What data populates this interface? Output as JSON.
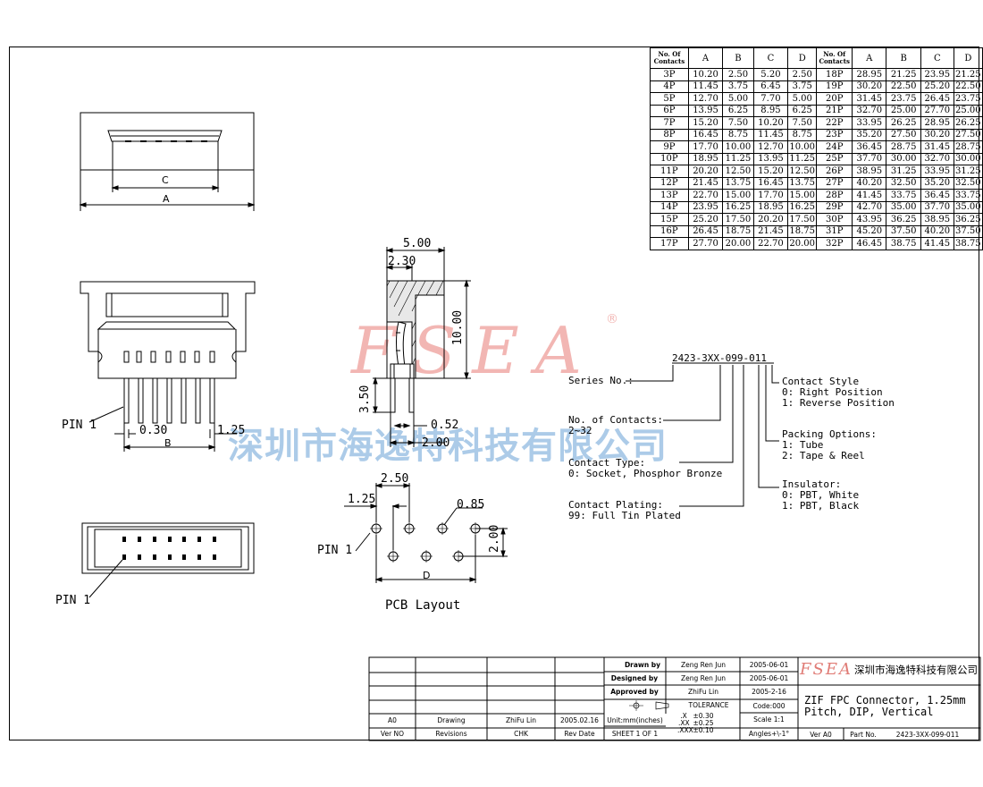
{
  "watermark": {
    "logo": "FSEA",
    "registered": "®",
    "company_cn": "深圳市海逸特科技有限公司"
  },
  "table": {
    "headers": [
      "No. Of Contacts",
      "A",
      "B",
      "C",
      "D",
      "No. Of Contacts",
      "A",
      "B",
      "C",
      "D"
    ],
    "rows": [
      [
        "3P",
        "10.20",
        "2.50",
        "5.20",
        "2.50",
        "18P",
        "28.95",
        "21.25",
        "23.95",
        "21.25"
      ],
      [
        "4P",
        "11.45",
        "3.75",
        "6.45",
        "3.75",
        "19P",
        "30.20",
        "22.50",
        "25.20",
        "22.50"
      ],
      [
        "5P",
        "12.70",
        "5.00",
        "7.70",
        "5.00",
        "20P",
        "31.45",
        "23.75",
        "26.45",
        "23.75"
      ],
      [
        "6P",
        "13.95",
        "6.25",
        "8.95",
        "6.25",
        "21P",
        "32.70",
        "25.00",
        "27.70",
        "25.00"
      ],
      [
        "7P",
        "15.20",
        "7.50",
        "10.20",
        "7.50",
        "22P",
        "33.95",
        "26.25",
        "28.95",
        "26.25"
      ],
      [
        "8P",
        "16.45",
        "8.75",
        "11.45",
        "8.75",
        "23P",
        "35.20",
        "27.50",
        "30.20",
        "27.50"
      ],
      [
        "9P",
        "17.70",
        "10.00",
        "12.70",
        "10.00",
        "24P",
        "36.45",
        "28.75",
        "31.45",
        "28.75"
      ],
      [
        "10P",
        "18.95",
        "11.25",
        "13.95",
        "11.25",
        "25P",
        "37.70",
        "30.00",
        "32.70",
        "30.00"
      ],
      [
        "11P",
        "20.20",
        "12.50",
        "15.20",
        "12.50",
        "26P",
        "38.95",
        "31.25",
        "33.95",
        "31.25"
      ],
      [
        "12P",
        "21.45",
        "13.75",
        "16.45",
        "13.75",
        "27P",
        "40.20",
        "32.50",
        "35.20",
        "32.50"
      ],
      [
        "13P",
        "22.70",
        "15.00",
        "17.70",
        "15.00",
        "28P",
        "41.45",
        "33.75",
        "36.45",
        "33.75"
      ],
      [
        "14P",
        "23.95",
        "16.25",
        "18.95",
        "16.25",
        "29P",
        "42.70",
        "35.00",
        "37.70",
        "35.00"
      ],
      [
        "15P",
        "25.20",
        "17.50",
        "20.20",
        "17.50",
        "30P",
        "43.95",
        "36.25",
        "38.95",
        "36.25"
      ],
      [
        "16P",
        "26.45",
        "18.75",
        "21.45",
        "18.75",
        "31P",
        "45.20",
        "37.50",
        "40.20",
        "37.50"
      ],
      [
        "17P",
        "27.70",
        "20.00",
        "22.70",
        "20.00",
        "32P",
        "46.45",
        "38.75",
        "41.45",
        "38.75"
      ]
    ]
  },
  "views": {
    "top": {
      "dim_c": "C",
      "dim_a": "A"
    },
    "front": {
      "pin1": "PIN 1",
      "d030": "0.30",
      "d125": "1.25",
      "dim_b": "B"
    },
    "bottom": {
      "pin1": "PIN 1"
    },
    "side": {
      "d500": "5.00",
      "d230": "2.30",
      "d1000": "10.00",
      "d350": "3.50",
      "d052": "0.52",
      "d200": "2.00"
    },
    "pcb": {
      "d250": "2.50",
      "d125": "1.25",
      "d085": "0.85",
      "d200": "2.00",
      "pin1": "PIN 1",
      "dim_d": "D",
      "title": "PCB Layout"
    }
  },
  "part_code": {
    "code": "2423-3XX-099-011",
    "series_label": "Series No.:",
    "contacts_label": "No. of Contacts:",
    "contacts_value": "2~32",
    "type_label": "Contact Type:",
    "type_value": "0: Socket, Phosphor Bronze",
    "plating_label": "Contact Plating:",
    "plating_value": "99: Full Tin Plated",
    "style_label": "Contact Style",
    "style_0": "0: Right Position",
    "style_1": "1: Reverse Position",
    "packing_label": "Packing Options:",
    "packing_1": "1: Tube",
    "packing_2": "2: Tape & Reel",
    "insulator_label": "Insulator:",
    "insulator_0": "0: PBT, White",
    "insulator_1": "1: PBT, Black"
  },
  "title_block": {
    "drawn_label": "Drawn by",
    "drawn_name": "Zeng Ren Jun",
    "drawn_date": "2005-06-01",
    "designed_label": "Designed by",
    "designed_name": "Zeng Ren Jun",
    "designed_date": "2005-06-01",
    "approved_label": "Approved by",
    "approved_name": "ZhiFu Lin",
    "approved_date": "2005-2-16",
    "tolerance": "TOLERANCE",
    "code": "Code:000",
    "tol_x": ".X",
    "tol_x_v": "±0.30",
    "tol_xx": ".XX",
    "tol_xx_v": "±0.25",
    "tol_xxx": ".XXX",
    "tol_xxx_v": "±0.10",
    "scale": "Scale 1:1",
    "angles": "Angles+\\-1°",
    "rev_a0": "A0",
    "rev_drawing": "Drawing",
    "rev_chk": "ZhiFu Lin",
    "rev_date": "2005.02.16",
    "units": "Unit:mm(inches)",
    "sheet": "SHEET 1 OF 1",
    "h_ver": "Ver NO",
    "h_rev": "Revisions",
    "h_chk": "CHK",
    "h_date": "Rev Date",
    "logo": "FSEA",
    "company": "深圳市海逸特科技有限公司",
    "title1": "ZIF FPC Connector, 1.25mm",
    "title2": "Pitch, DIP, Vertical",
    "ver": "Ver A0",
    "part_label": "Part No.",
    "part_no": "2423-3XX-099-011"
  }
}
